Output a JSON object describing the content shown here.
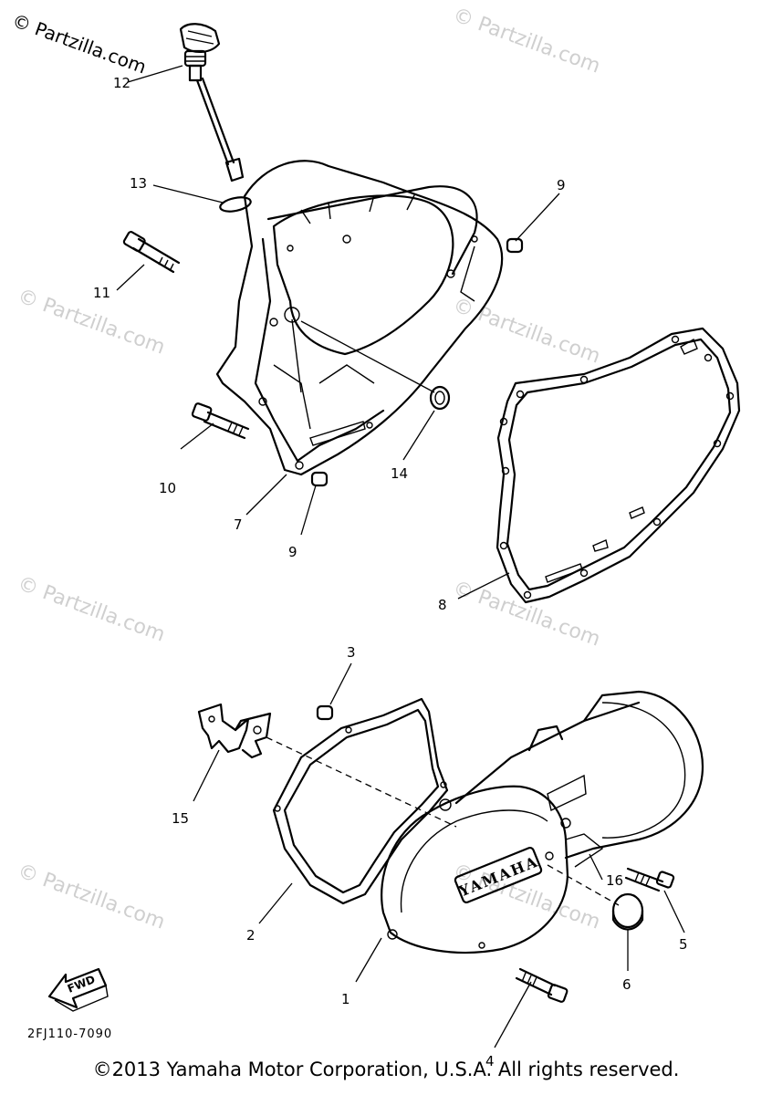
{
  "watermark_top": "© Partzilla.com",
  "watermark": "© Partzilla.com",
  "callouts": {
    "c1": "1",
    "c2": "2",
    "c3": "3",
    "c4": "4",
    "c5": "5",
    "c6": "6",
    "c7": "7",
    "c8": "8",
    "c9a": "9",
    "c9b": "9",
    "c10": "10",
    "c11": "11",
    "c12": "12",
    "c13": "13",
    "c14": "14",
    "c15": "15",
    "c16": "16"
  },
  "fwd_label": "FWD",
  "cover_logo": "YAMAHA",
  "diagram_code": "2FJ110-7090",
  "copyright": "©2013 Yamaha Motor Corporation, U.S.A. All rights reserved."
}
